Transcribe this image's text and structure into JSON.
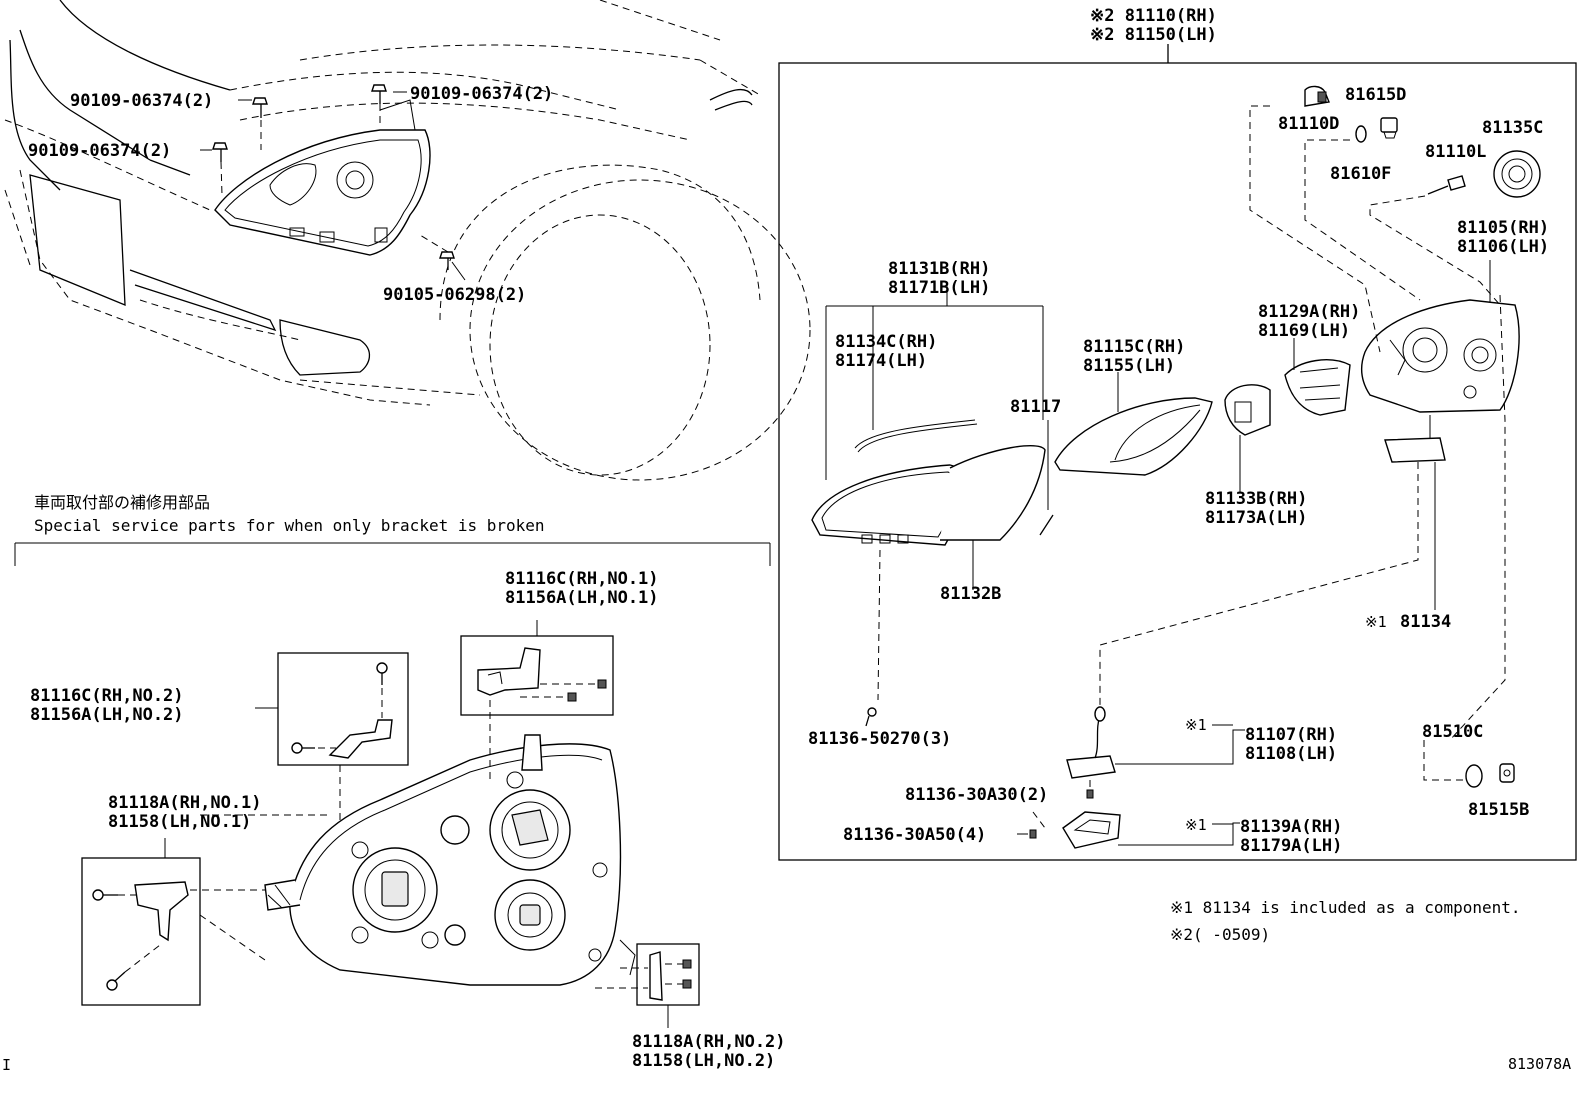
{
  "title_marks": {
    "mark2_rh": "※2 81110(RH)",
    "mark2_lh": "※2 81150(LH)"
  },
  "labels": {
    "b1": "90109-06374(2)",
    "b2": "90109-06374(2)",
    "b3": "90109-06374(2)",
    "b4": "90105-06298(2)",
    "p81615D": "81615D",
    "p81110D": "81110D",
    "p81135C": "81135C",
    "p81110L": "81110L",
    "p81610F": "81610F",
    "p81105": "81105(RH)",
    "p81106": "81106(LH)",
    "p81131B": "81131B(RH)",
    "p81171B": "81171B(LH)",
    "p81134C": "81134C(RH)",
    "p81174": "81174(LH)",
    "p81115C": "81115C(RH)",
    "p81155": "81155(LH)",
    "p81117": "81117",
    "p81129A": "81129A(RH)",
    "p81169": "81169(LH)",
    "p81133B": "81133B(RH)",
    "p81173A": "81173A(LH)",
    "p81132B": "81132B",
    "p81134": "81134",
    "p81136_50270": "81136-50270(3)",
    "p81107": "81107(RH)",
    "p81108": "81108(LH)",
    "p81510C": "81510C",
    "p81515B": "81515B",
    "p81136_30A30": "81136-30A30(2)",
    "p81136_30A50": "81136-30A50(4)",
    "p81139A": "81139A(RH)",
    "p81179A": "81179A(LH)",
    "p81116C_1": "81116C(RH,NO.1)",
    "p81156A_1": "81156A(LH,NO.1)",
    "p81116C_2": "81116C(RH,NO.2)",
    "p81156A_2": "81156A(LH,NO.2)",
    "p81118A_1": "81118A(RH,NO.1)",
    "p81158_1": "81158(LH,NO.1)",
    "p81118A_2": "81118A(RH,NO.2)",
    "p81158_2": "81158(LH,NO.2)"
  },
  "marks": {
    "m1": "※1",
    "m1b": "※1",
    "m1c": "※1",
    "m1d": "※1"
  },
  "service_note": {
    "jp": "車両取付部の補修用部品",
    "en": "Special service parts for when only bracket is broken"
  },
  "footnotes": {
    "n1": "※1 81134 is included as a component.",
    "n2": "※2(     -0509)"
  },
  "figure_code": "813078A",
  "corner_mark": "I"
}
